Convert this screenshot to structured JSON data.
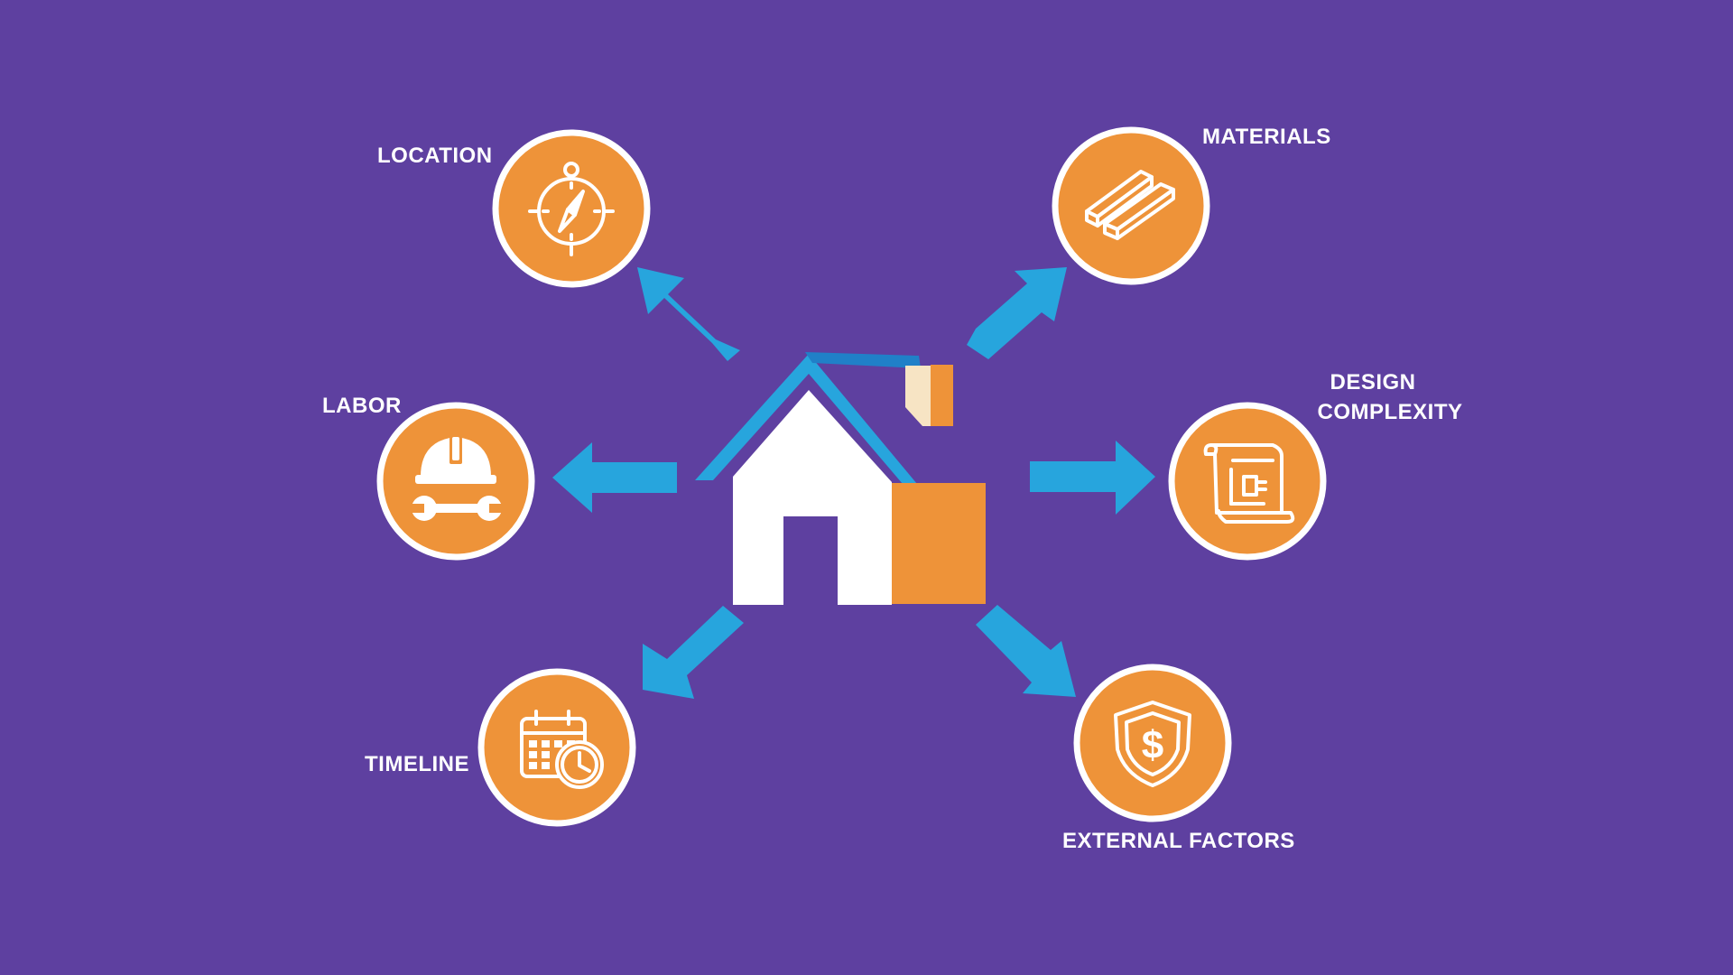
{
  "nodes": [
    {
      "id": "location",
      "label": "LOCATION",
      "icon": "compass-icon"
    },
    {
      "id": "materials",
      "label": "MATERIALS",
      "icon": "lumber-planks-icon"
    },
    {
      "id": "labor",
      "label": "LABOR",
      "icon": "hardhat-wrench-icon"
    },
    {
      "id": "design",
      "label_lines": [
        "DESIGN",
        "COMPLEXITY"
      ],
      "icon": "blueprint-scroll-icon"
    },
    {
      "id": "timeline",
      "label": "TIMELINE",
      "icon": "calendar-clock-icon"
    },
    {
      "id": "external",
      "label": "EXTERNAL FACTORS",
      "icon": "shield-dollar-icon"
    }
  ],
  "center": {
    "icon": "house-icon"
  },
  "colors": {
    "background": "#5e40a0",
    "circle_fill": "#ee9339",
    "circle_border": "#ffffff",
    "arrow": "#27a5dd",
    "house_white": "#ffffff",
    "house_orange": "#ee9339",
    "roof_blue": "#27a5dd",
    "chimney_cream": "#f7e4c4",
    "text": "#ffffff"
  }
}
